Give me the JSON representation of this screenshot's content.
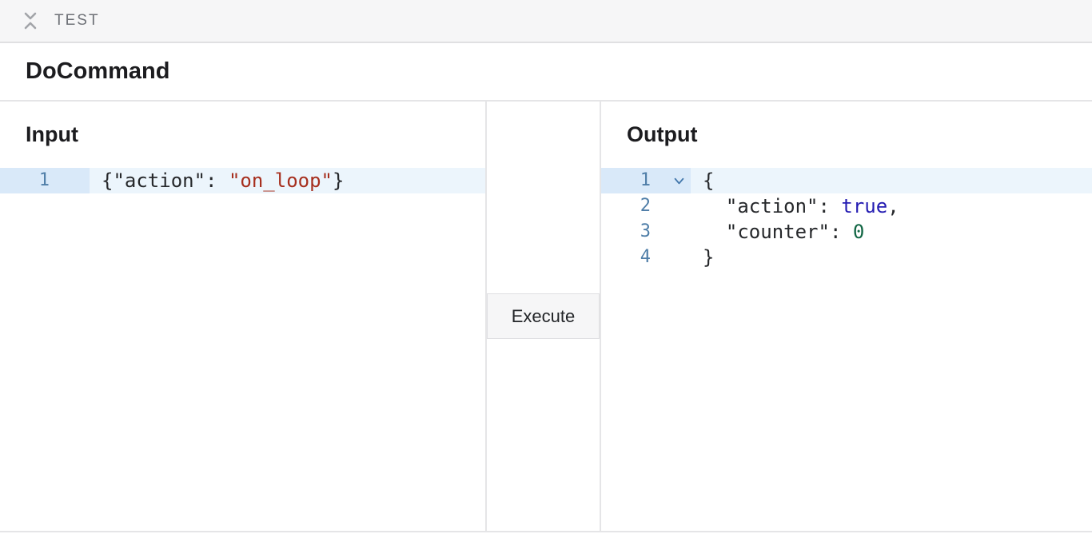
{
  "test_bar": {
    "title": "TEST",
    "collapse_icon": "collapse-vertical-icon"
  },
  "command": {
    "title": "DoCommand"
  },
  "input_panel": {
    "title": "Input",
    "editor": {
      "lines": [
        {
          "number": "1",
          "active": true,
          "foldable": false,
          "tokens": [
            {
              "type": "plain",
              "text": "{\"action\": "
            },
            {
              "type": "string",
              "text": "\"on_loop\""
            },
            {
              "type": "plain",
              "text": "}"
            }
          ]
        }
      ]
    }
  },
  "middle": {
    "execute_label": "Execute"
  },
  "output_panel": {
    "title": "Output",
    "fold_icon": "chevron-down-icon",
    "editor": {
      "lines": [
        {
          "number": "1",
          "active": true,
          "foldable": true,
          "tokens": [
            {
              "type": "plain",
              "text": "{"
            }
          ]
        },
        {
          "number": "2",
          "active": false,
          "foldable": false,
          "tokens": [
            {
              "type": "plain",
              "text": "  \"action\": "
            },
            {
              "type": "atom",
              "text": "true"
            },
            {
              "type": "plain",
              "text": ","
            }
          ]
        },
        {
          "number": "3",
          "active": false,
          "foldable": false,
          "tokens": [
            {
              "type": "plain",
              "text": "  \"counter\": "
            },
            {
              "type": "number",
              "text": "0"
            }
          ]
        },
        {
          "number": "4",
          "active": false,
          "foldable": false,
          "tokens": [
            {
              "type": "plain",
              "text": "}"
            }
          ]
        }
      ]
    }
  },
  "colors": {
    "bar_background": "#f6f6f7",
    "border": "#e5e5e7",
    "active_line_gutter": "#d9e9f9",
    "active_line_code": "#ecf5fc",
    "line_number": "#4f7ea8",
    "token_string": "#a62e1d",
    "token_atom": "#241cb2",
    "token_number": "#116644"
  }
}
